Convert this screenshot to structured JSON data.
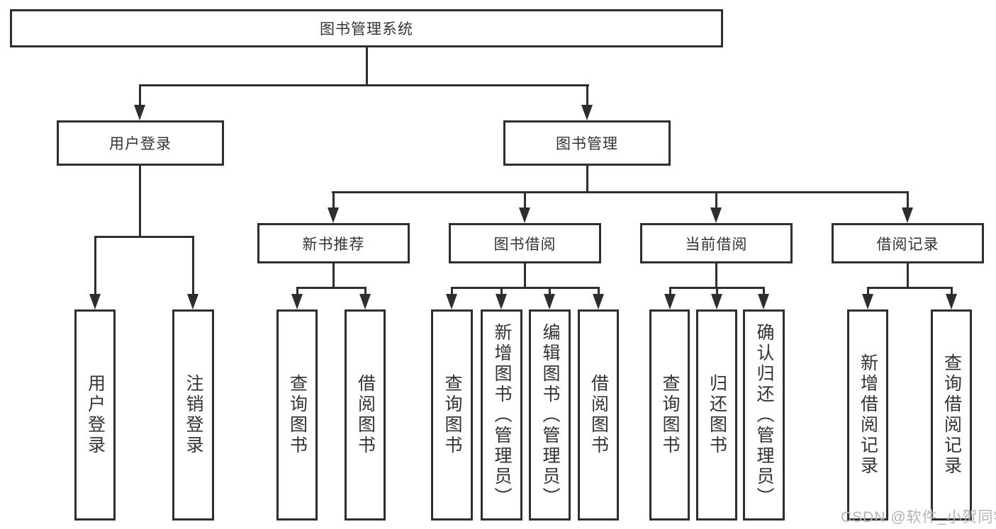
{
  "watermark": "CSDN @软件_小贺同学",
  "colors": {
    "line": "#2e2e2e",
    "text": "#333333",
    "watermark": "#b3b3b3",
    "background": "#ffffff"
  },
  "tree": {
    "label": "图书管理系统",
    "children": [
      {
        "label": "用户登录",
        "children": [
          {
            "label": "用户登录"
          },
          {
            "label": "注销登录"
          }
        ]
      },
      {
        "label": "图书管理",
        "children": [
          {
            "label": "新书推荐",
            "children": [
              {
                "label": "查询图书"
              },
              {
                "label": "借阅图书"
              }
            ]
          },
          {
            "label": "图书借阅",
            "children": [
              {
                "label": "查询图书"
              },
              {
                "label": "新增图书（管理员）"
              },
              {
                "label": "编辑图书（管理员）"
              },
              {
                "label": "借阅图书"
              }
            ]
          },
          {
            "label": "当前借阅",
            "children": [
              {
                "label": "查询图书"
              },
              {
                "label": "归还图书"
              },
              {
                "label": "确认归还（管理员）"
              }
            ]
          },
          {
            "label": "借阅记录",
            "children": [
              {
                "label": "新增借阅记录"
              },
              {
                "label": "查询借阅记录"
              }
            ]
          }
        ]
      }
    ]
  }
}
